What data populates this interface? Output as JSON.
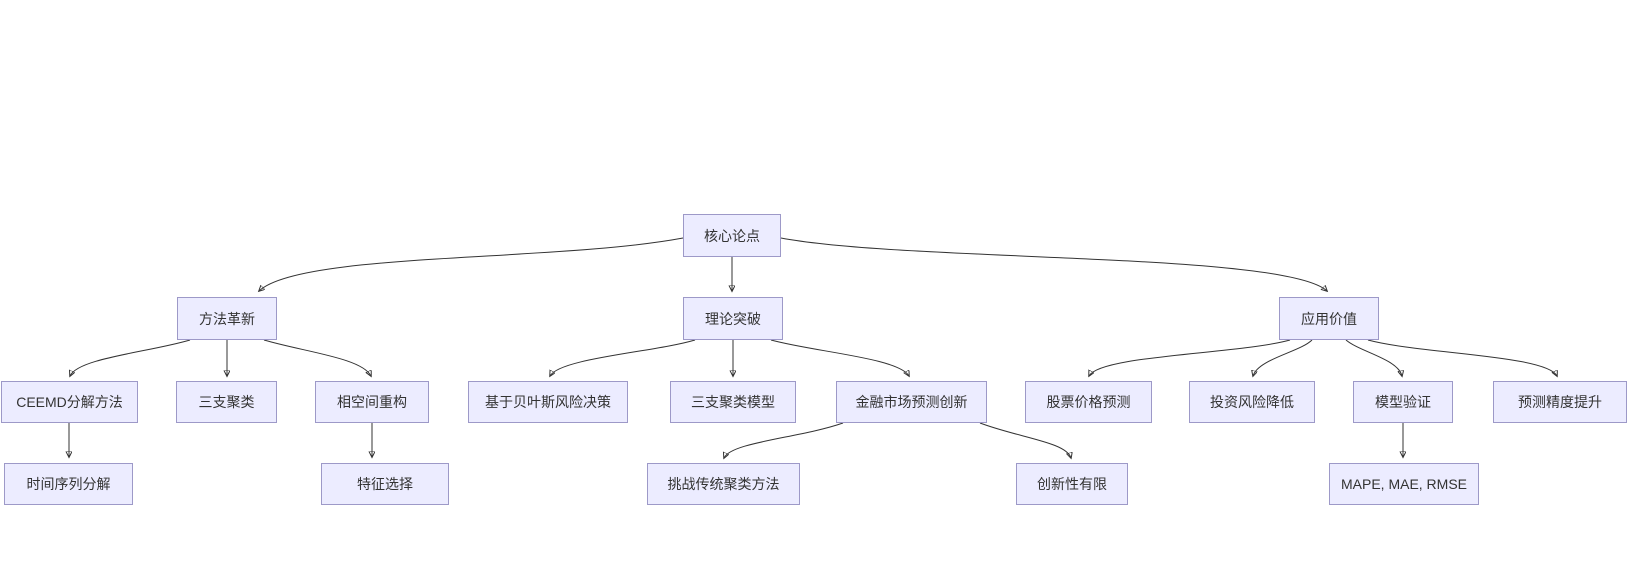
{
  "diagram": {
    "type": "flowchart",
    "direction": "top-down",
    "background": "#ffffff",
    "colors": {
      "node_fill": "#ECECFF",
      "node_border": "#9d99c8",
      "edge_line": "#333333",
      "arrowhead": "#1f1f1f",
      "text": "#333333"
    },
    "nodes": [
      {
        "id": "core-thesis",
        "label": "核心论点"
      },
      {
        "id": "method-innovation",
        "label": "方法革新"
      },
      {
        "id": "theory-breakthrough",
        "label": "理论突破"
      },
      {
        "id": "application-value",
        "label": "应用价值"
      },
      {
        "id": "ceemd-decomposition",
        "label": "CEEMD分解方法"
      },
      {
        "id": "three-way-clustering",
        "label": "三支聚类"
      },
      {
        "id": "phase-space-reconstruction",
        "label": "相空间重构"
      },
      {
        "id": "bayes-risk-decision",
        "label": "基于贝叶斯风险决策"
      },
      {
        "id": "three-way-cluster-model",
        "label": "三支聚类模型"
      },
      {
        "id": "financial-market-forecast-innovation",
        "label": "金融市场预测创新"
      },
      {
        "id": "stock-price-forecast",
        "label": "股票价格预测"
      },
      {
        "id": "investment-risk-reduction",
        "label": "投资风险降低"
      },
      {
        "id": "model-validation",
        "label": "模型验证"
      },
      {
        "id": "forecast-accuracy-improvement",
        "label": "预测精度提升"
      },
      {
        "id": "time-series-decomposition",
        "label": "时间序列分解"
      },
      {
        "id": "feature-selection",
        "label": "特征选择"
      },
      {
        "id": "challenge-traditional-clustering",
        "label": "挑战传统聚类方法"
      },
      {
        "id": "limited-novelty",
        "label": "创新性有限"
      },
      {
        "id": "metrics",
        "label": "MAPE, MAE, RMSE"
      }
    ],
    "edges": [
      {
        "from": "core-thesis",
        "to": "method-innovation"
      },
      {
        "from": "core-thesis",
        "to": "theory-breakthrough"
      },
      {
        "from": "core-thesis",
        "to": "application-value"
      },
      {
        "from": "method-innovation",
        "to": "ceemd-decomposition"
      },
      {
        "from": "method-innovation",
        "to": "three-way-clustering"
      },
      {
        "from": "method-innovation",
        "to": "phase-space-reconstruction"
      },
      {
        "from": "theory-breakthrough",
        "to": "bayes-risk-decision"
      },
      {
        "from": "theory-breakthrough",
        "to": "three-way-cluster-model"
      },
      {
        "from": "theory-breakthrough",
        "to": "financial-market-forecast-innovation"
      },
      {
        "from": "application-value",
        "to": "stock-price-forecast"
      },
      {
        "from": "application-value",
        "to": "investment-risk-reduction"
      },
      {
        "from": "application-value",
        "to": "model-validation"
      },
      {
        "from": "application-value",
        "to": "forecast-accuracy-improvement"
      },
      {
        "from": "ceemd-decomposition",
        "to": "time-series-decomposition"
      },
      {
        "from": "phase-space-reconstruction",
        "to": "feature-selection"
      },
      {
        "from": "financial-market-forecast-innovation",
        "to": "challenge-traditional-clustering"
      },
      {
        "from": "financial-market-forecast-innovation",
        "to": "limited-novelty"
      },
      {
        "from": "model-validation",
        "to": "metrics"
      }
    ]
  }
}
